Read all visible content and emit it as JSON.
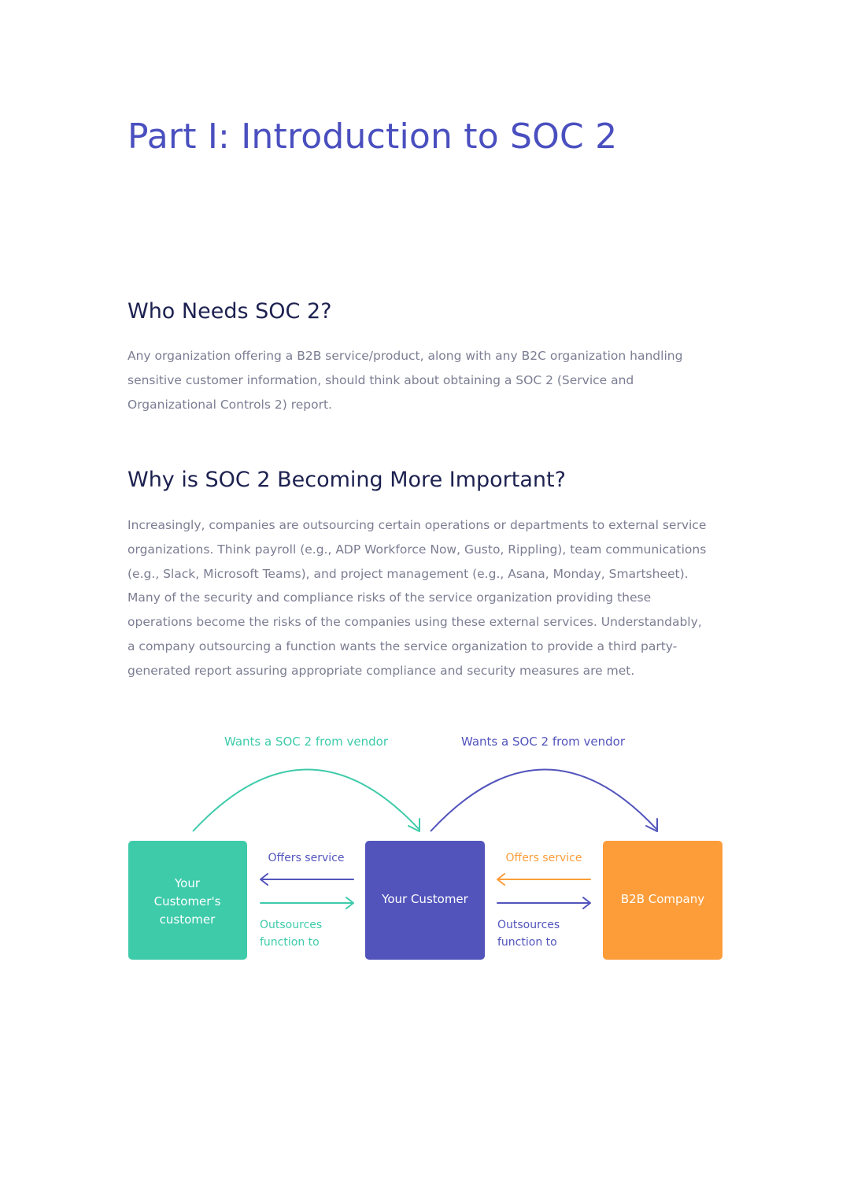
{
  "title": "Part I: Introduction to SOC 2",
  "sections": [
    {
      "heading": "Who Needs SOC 2?",
      "lines": [
        "Any organization offering a B2B service/product, along with any B2C organization handling",
        "sensitive customer information, should think about obtaining a SOC 2 (Service and",
        "Organizational Controls 2) report."
      ]
    },
    {
      "heading": "Why is SOC 2 Becoming More Important?",
      "lines": [
        "Increasingly, companies are outsourcing certain operations or departments to external service",
        "organizations. Think payroll (e.g., ADP Workforce Now, Gusto, Rippling), team communications",
        "(e.g., Slack, Microsoft Teams), and project management (e.g., Asana, Monday, Smartsheet).",
        "Many of the security and compliance risks of the service organization providing these",
        "operations become the risks of the companies using these external services. Understandably,",
        "a company outsourcing a function wants the service organization to provide a third party-",
        "generated report assuring appropriate compliance and security measures are met."
      ]
    }
  ],
  "diagram": {
    "colors": {
      "teal": "#3ecbaa",
      "indigo": "#5254bc",
      "orange": "#fc9d3a"
    },
    "left_box": {
      "line1": "Your",
      "line2": "Customer's",
      "line3": "customer"
    },
    "center_box": {
      "label": "Your Customer"
    },
    "right_box": {
      "label": "B2B Company"
    },
    "top_left_label": "Wants a SOC 2 from vendor",
    "top_right_label": "Wants a SOC 2 from vendor",
    "left_offers": "Offers service",
    "left_outsources_line1": "Outsources",
    "left_outsources_line2": "function to",
    "right_offers": "Offers service",
    "right_outsources_line1": "Outsources",
    "right_outsources_line2": "function to"
  }
}
